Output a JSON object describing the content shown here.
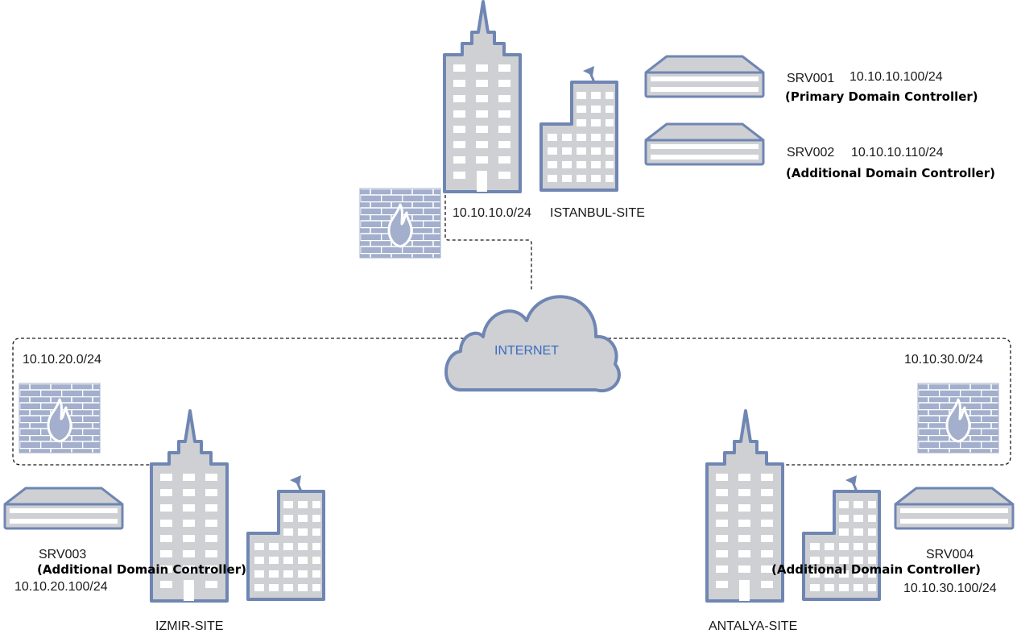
{
  "internet": {
    "label": "INTERNET"
  },
  "sites": {
    "istanbul": {
      "name": "ISTANBUL-SITE",
      "subnet": "10.10.10.0/24",
      "servers": [
        {
          "name": "SRV001",
          "ip": "10.10.10.100/24",
          "role": "(Primary Domain Controller)"
        },
        {
          "name": "SRV002",
          "ip": "10.10.10.110/24",
          "role": "(Additional Domain Controller)"
        }
      ]
    },
    "izmir": {
      "name": "IZMIR-SITE",
      "subnet": "10.10.20.0/24",
      "servers": [
        {
          "name": "SRV003",
          "ip": "10.10.20.100/24",
          "role": "(Additional Domain Controller)"
        }
      ]
    },
    "antalya": {
      "name": "ANTALYA-SITE",
      "subnet": "10.10.30.0/24",
      "servers": [
        {
          "name": "SRV004",
          "ip": "10.10.30.100/24",
          "role": "(Additional Domain Controller)"
        }
      ]
    }
  },
  "colors": {
    "outline": "#6f86b3",
    "fill": "#cfd0d3",
    "window": "#ffffff",
    "firewall_fill": "#a3afcc",
    "cloud_fill": "#cfd0d3",
    "internet_text": "#3a6cc0",
    "link": "#1a1a1a"
  },
  "icons": [
    "building-tower-icon",
    "building-antenna-icon",
    "firewall-icon",
    "server-icon",
    "cloud-icon"
  ]
}
